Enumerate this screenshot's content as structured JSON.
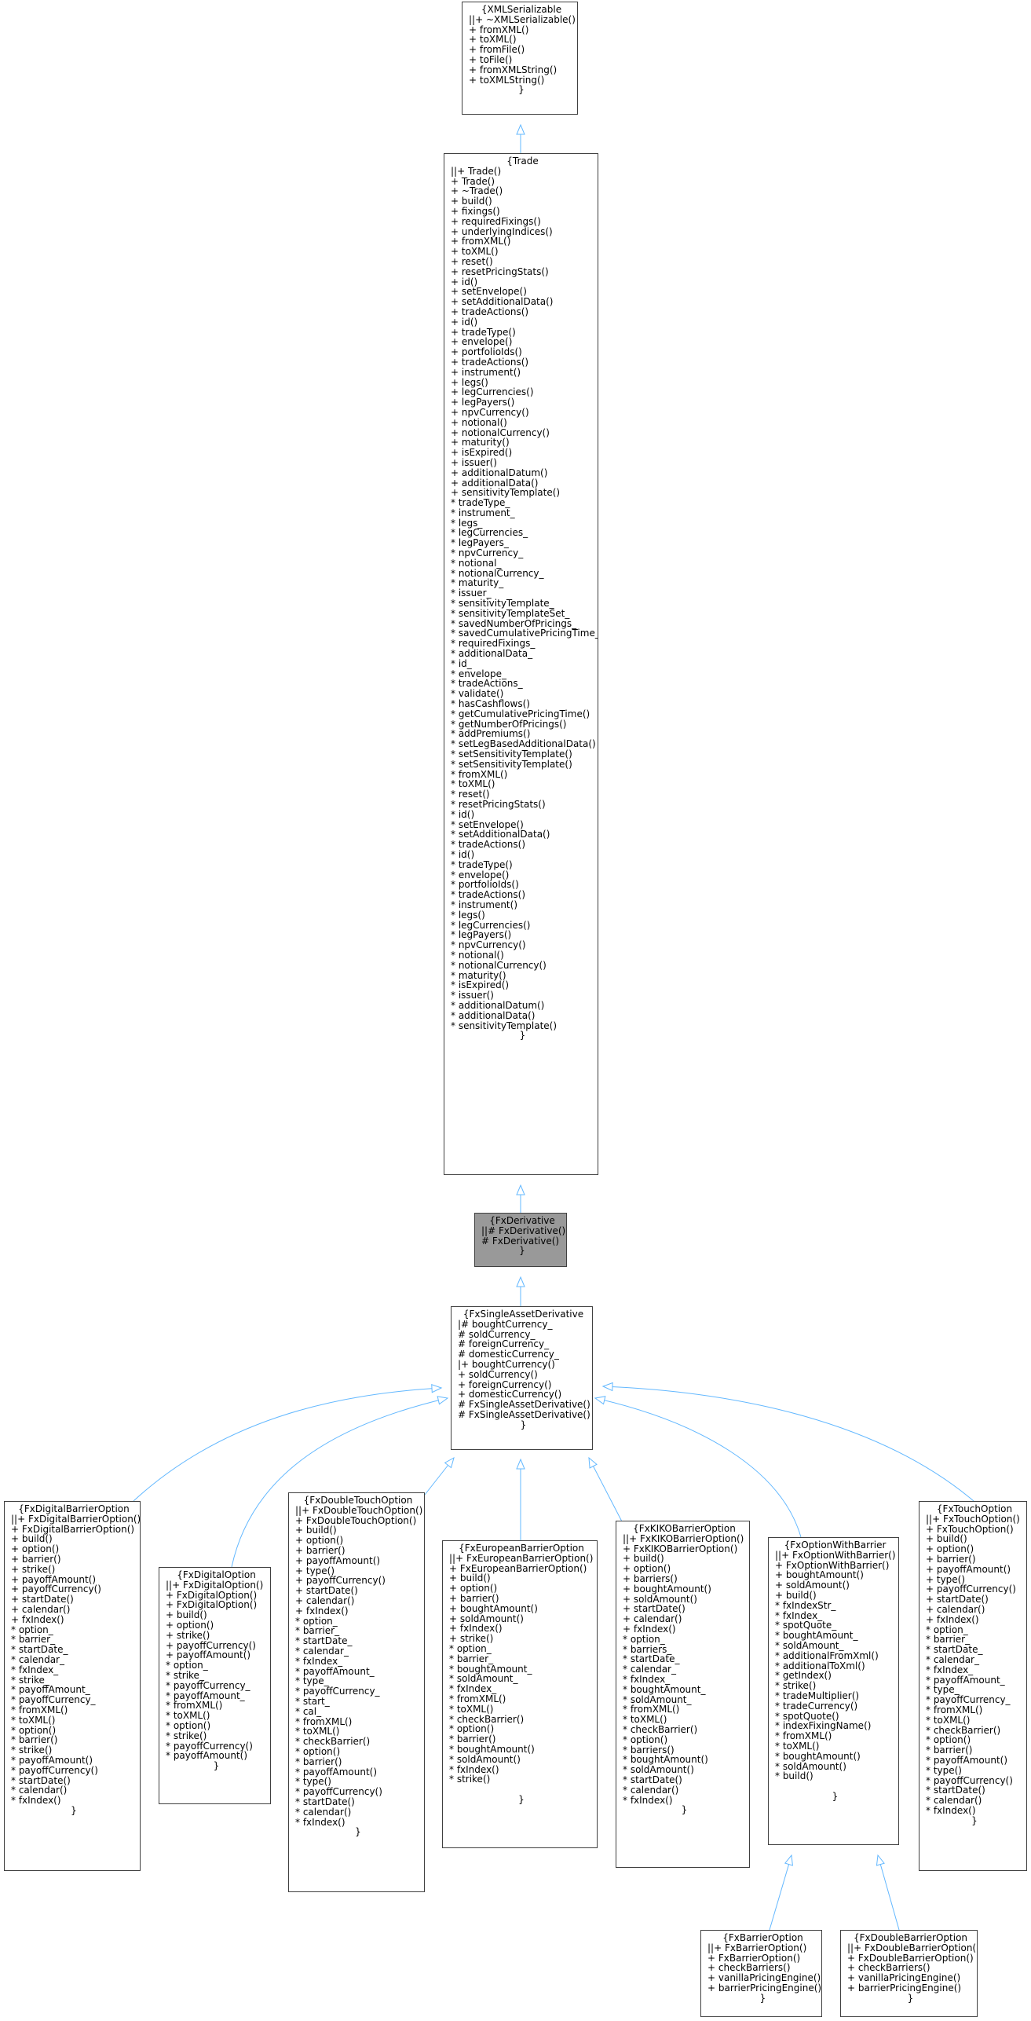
{
  "nodes": [
    {
      "id": "XMLSerializable",
      "title": "{XMLSerializable",
      "lines": [
        "||+ ~XMLSerializable()",
        "+ fromXML()",
        "+ toXML()",
        "+ fromFile()",
        "+ toFile()",
        "+ fromXMLString()",
        "+ toXMLString()"
      ]
    },
    {
      "id": "Trade",
      "title": "{Trade",
      "lines": [
        "||+ Trade()",
        "+ Trade()",
        "+ ~Trade()",
        "+ build()",
        "+ fixings()",
        "+ requiredFixings()",
        "+ underlyingIndices()",
        "+ fromXML()",
        "+ toXML()",
        "+ reset()",
        "+ resetPricingStats()",
        "+ id()",
        "+ setEnvelope()",
        "+ setAdditionalData()",
        "+ tradeActions()",
        "+ id()",
        "+ tradeType()",
        "+ envelope()",
        "+ portfolioIds()",
        "+ tradeActions()",
        "+ instrument()",
        "+ legs()",
        "+ legCurrencies()",
        "+ legPayers()",
        "+ npvCurrency()",
        "+ notional()",
        "+ notionalCurrency()",
        "+ maturity()",
        "+ isExpired()",
        "+ issuer()",
        "+ additionalDatum()",
        "+ additionalData()",
        "+ sensitivityTemplate()",
        "* tradeType_",
        "* instrument_",
        "* legs_",
        "* legCurrencies_",
        "* legPayers_",
        "* npvCurrency_",
        "* notional_",
        "* notionalCurrency_",
        "* maturity_",
        "* issuer_",
        "* sensitivityTemplate_",
        "* sensitivityTemplateSet_",
        "* savedNumberOfPricings_",
        "* savedCumulativePricingTime_",
        "* requiredFixings_",
        "* additionalData_",
        "* id_",
        "* envelope_",
        "* tradeActions_",
        "* validate()",
        "* hasCashflows()",
        "* getCumulativePricingTime()",
        "* getNumberOfPricings()",
        "* addPremiums()",
        "* setLegBasedAdditionalData()",
        "* setSensitivityTemplate()",
        "* setSensitivityTemplate()",
        "* fromXML()",
        "* toXML()",
        "* reset()",
        "* resetPricingStats()",
        "* id()",
        "* setEnvelope()",
        "* setAdditionalData()",
        "* tradeActions()",
        "* id()",
        "* tradeType()",
        "* envelope()",
        "* portfolioIds()",
        "* tradeActions()",
        "* instrument()",
        "* legs()",
        "* legCurrencies()",
        "* legPayers()",
        "* npvCurrency()",
        "* notional()",
        "* notionalCurrency()",
        "* maturity()",
        "* isExpired()",
        "* issuer()",
        "* additionalDatum()",
        "* additionalData()",
        "* sensitivityTemplate()"
      ]
    },
    {
      "id": "FxDerivative",
      "title": "{FxDerivative",
      "lines": [
        "||# FxDerivative()",
        "# FxDerivative()"
      ]
    },
    {
      "id": "FxSingleAssetDerivative",
      "title": "{FxSingleAssetDerivative",
      "lines": [
        "|# boughtCurrency_",
        "# soldCurrency_",
        "# foreignCurrency_",
        "# domesticCurrency_",
        "|+ boughtCurrency()",
        "+ soldCurrency()",
        "+ foreignCurrency()",
        "+ domesticCurrency()",
        "# FxSingleAssetDerivative()",
        "# FxSingleAssetDerivative()"
      ]
    },
    {
      "id": "FxDigitalBarrierOption",
      "title": "{FxDigitalBarrierOption",
      "lines": [
        "||+ FxDigitalBarrierOption()",
        "+ FxDigitalBarrierOption()",
        "+ build()",
        "+ option()",
        "+ barrier()",
        "+ strike()",
        "+ payoffAmount()",
        "+ payoffCurrency()",
        "+ startDate()",
        "+ calendar()",
        "+ fxIndex()",
        "* option_",
        "* barrier_",
        "* startDate_",
        "* calendar_",
        "* fxIndex_",
        "* strike_",
        "* payoffAmount_",
        "* payoffCurrency_",
        "* fromXML()",
        "* toXML()",
        "* option()",
        "* barrier()",
        "* strike()",
        "* payoffAmount()",
        "* payoffCurrency()",
        "* startDate()",
        "* calendar()",
        "* fxIndex()"
      ]
    },
    {
      "id": "FxDigitalOption",
      "title": "{FxDigitalOption",
      "lines": [
        "||+ FxDigitalOption()",
        "+ FxDigitalOption()",
        "+ FxDigitalOption()",
        "+ build()",
        "+ option()",
        "+ strike()",
        "+ payoffCurrency()",
        "+ payoffAmount()",
        "* option_",
        "* strike_",
        "* payoffCurrency_",
        "* payoffAmount_",
        "* fromXML()",
        "* toXML()",
        "* option()",
        "* strike()",
        "* payoffCurrency()",
        "* payoffAmount()"
      ]
    },
    {
      "id": "FxDoubleTouchOption",
      "title": "{FxDoubleTouchOption",
      "lines": [
        "||+ FxDoubleTouchOption()",
        "+ FxDoubleTouchOption()",
        "+ build()",
        "+ option()",
        "+ barrier()",
        "+ payoffAmount()",
        "+ type()",
        "+ payoffCurrency()",
        "+ startDate()",
        "+ calendar()",
        "+ fxIndex()",
        "* option_",
        "* barrier_",
        "* startDate_",
        "* calendar_",
        "* fxIndex_",
        "* payoffAmount_",
        "* type_",
        "* payoffCurrency_",
        "* start_",
        "* cal_",
        "* fromXML()",
        "* toXML()",
        "* checkBarrier()",
        "* option()",
        "* barrier()",
        "* payoffAmount()",
        "* type()",
        "* payoffCurrency()",
        "* startDate()",
        "* calendar()",
        "* fxIndex()"
      ]
    },
    {
      "id": "FxEuropeanBarrierOption",
      "title": "{FxEuropeanBarrierOption",
      "lines": [
        "||+ FxEuropeanBarrierOption()",
        "+ FxEuropeanBarrierOption()",
        "+ build()",
        "+ option()",
        "+ barrier()",
        "+ boughtAmount()",
        "+ soldAmount()",
        "+ fxIndex()",
        "+ strike()",
        "* option_",
        "* barrier_",
        "* boughtAmount_",
        "* soldAmount_",
        "* fxIndex_",
        "* fromXML()",
        "* toXML()",
        "* checkBarrier()",
        "* option()",
        "* barrier()",
        "* boughtAmount()",
        "* soldAmount()",
        "* fxIndex()",
        "* strike()",
        ""
      ]
    },
    {
      "id": "FxKIKOBarrierOption",
      "title": "{FxKIKOBarrierOption",
      "lines": [
        "||+ FxKIKOBarrierOption()",
        "+ FxKIKOBarrierOption()",
        "+ build()",
        "+ option()",
        "+ barriers()",
        "+ boughtAmount()",
        "+ soldAmount()",
        "+ startDate()",
        "+ calendar()",
        "+ fxIndex()",
        "* option_",
        "* barriers_",
        "* startDate_",
        "* calendar_",
        "* fxIndex_",
        "* boughtAmount_",
        "* soldAmount_",
        "* fromXML()",
        "* toXML()",
        "* checkBarrier()",
        "* option()",
        "* barriers()",
        "* boughtAmount()",
        "* soldAmount()",
        "* startDate()",
        "* calendar()",
        "* fxIndex()"
      ]
    },
    {
      "id": "FxOptionWithBarrier",
      "title": "{FxOptionWithBarrier",
      "lines": [
        "||+ FxOptionWithBarrier()",
        "+ FxOptionWithBarrier()",
        "+ boughtAmount()",
        "+ soldAmount()",
        "+ build()",
        "* fxIndexStr_",
        "* fxIndex_",
        "* spotQuote_",
        "* boughtAmount_",
        "* soldAmount_",
        "* additionalFromXml()",
        "* additionalToXml()",
        "* getIndex()",
        "* strike()",
        "* tradeMultiplier()",
        "* tradeCurrency()",
        "* spotQuote()",
        "* indexFixingName()",
        "* fromXML()",
        "* toXML()",
        "* boughtAmount()",
        "* soldAmount()",
        "* build()",
        ""
      ]
    },
    {
      "id": "FxTouchOption",
      "title": "{FxTouchOption",
      "lines": [
        "||+ FxTouchOption()",
        "+ FxTouchOption()",
        "+ build()",
        "+ option()",
        "+ barrier()",
        "+ payoffAmount()",
        "+ type()",
        "+ payoffCurrency()",
        "+ startDate()",
        "+ calendar()",
        "+ fxIndex()",
        "* option_",
        "* barrier_",
        "* startDate_",
        "* calendar_",
        "* fxIndex_",
        "* payoffAmount_",
        "* type_",
        "* payoffCurrency_",
        "* fromXML()",
        "* toXML()",
        "* checkBarrier()",
        "* option()",
        "* barrier()",
        "* payoffAmount()",
        "* type()",
        "* payoffCurrency()",
        "* startDate()",
        "* calendar()",
        "* fxIndex()"
      ]
    },
    {
      "id": "FxBarrierOption",
      "title": "{FxBarrierOption",
      "lines": [
        "||+ FxBarrierOption()",
        "+ FxBarrierOption()",
        "+ checkBarriers()",
        "+ vanillaPricingEngine()",
        "+ barrierPricingEngine()"
      ]
    },
    {
      "id": "FxDoubleBarrierOption",
      "title": "{FxDoubleBarrierOption",
      "lines": [
        "||+ FxDoubleBarrierOption()",
        "+ FxDoubleBarrierOption()",
        "+ checkBarriers()",
        "+ vanillaPricingEngine()",
        "+ barrierPricingEngine()"
      ]
    }
  ],
  "closing_brace": "}",
  "highlighted_node": "FxDerivative",
  "colors": {
    "edge": "#63b8ff",
    "border": "#404040",
    "highlight_fill": "#999999",
    "background": "#ffffff"
  }
}
